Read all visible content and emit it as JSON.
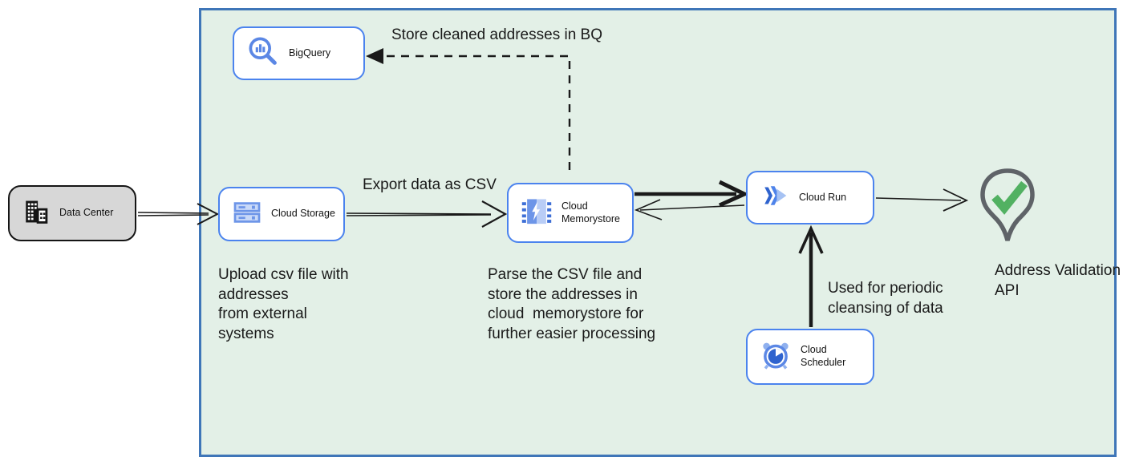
{
  "nodes": {
    "data_center": {
      "label": "Data Center"
    },
    "bigquery": {
      "label": "BigQuery"
    },
    "cloud_storage": {
      "label": "Cloud Storage"
    },
    "cloud_memorystore": {
      "label": "Cloud\nMemorystore"
    },
    "cloud_run": {
      "label": "Cloud Run"
    },
    "cloud_scheduler": {
      "label": "Cloud Scheduler"
    },
    "address_validation_api": {
      "label": "Address Validation\nAPI"
    }
  },
  "edge_labels": {
    "store_bq": "Store cleaned addresses in BQ",
    "export_csv": "Export data as CSV",
    "periodic": "Used for periodic\ncleansing of data"
  },
  "annotations": {
    "upload": "Upload csv file with\naddresses\nfrom external\nsystems",
    "parse": "Parse the CSV file and\nstore the addresses in\ncloud  memorystore for\nfurther easier processing"
  },
  "colors": {
    "node_border": "#4b83ee",
    "icon_blue": "#5b87e5",
    "icon_blue_dark": "#2f63ce",
    "icon_blue_light": "#b9cdf6",
    "container_fill": "#e3f0e7",
    "container_border": "#3f76b8",
    "pin_outline": "#5f6368",
    "check_green": "#52b162",
    "arrow": "#1a1a1a",
    "datacenter_fill": "#d7d7d7"
  }
}
